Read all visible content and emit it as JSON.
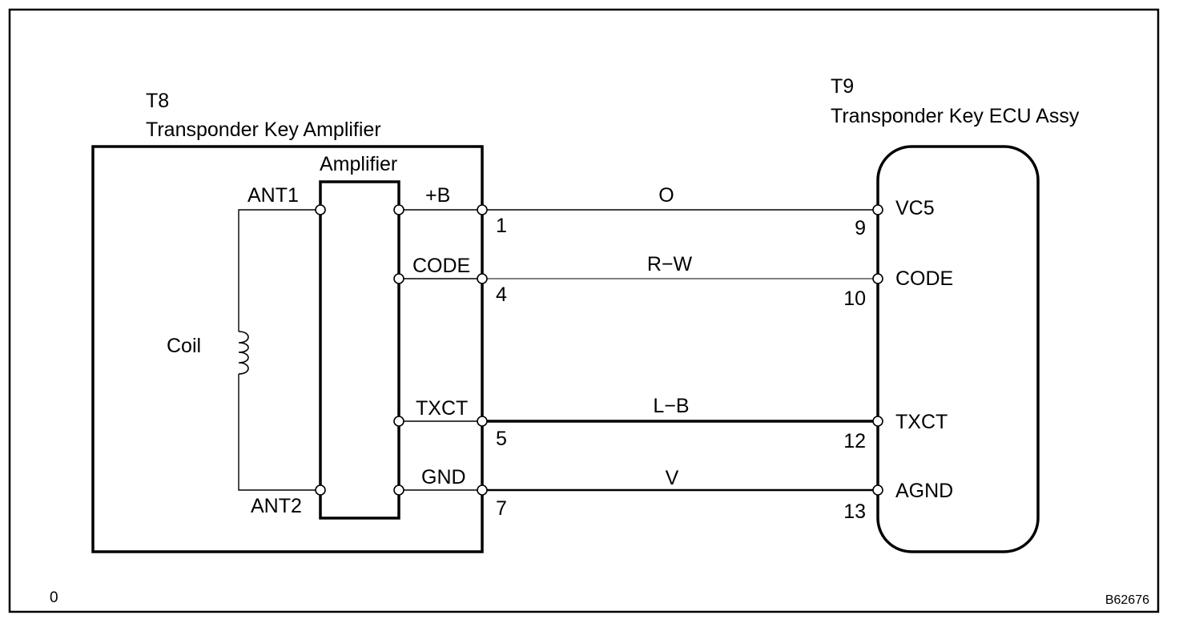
{
  "left_component": {
    "ref": "T8",
    "name": "Transponder Key Amplifier",
    "amplifier_label": "Amplifier",
    "coil_label": "Coil",
    "ant1": "ANT1",
    "ant2": "ANT2",
    "pins": [
      {
        "name": "+B",
        "number": "1"
      },
      {
        "name": "CODE",
        "number": "4"
      },
      {
        "name": "TXCT",
        "number": "5"
      },
      {
        "name": "GND",
        "number": "7"
      }
    ]
  },
  "right_component": {
    "ref": "T9",
    "name": "Transponder Key ECU Assy",
    "pins": [
      {
        "name": "VC5",
        "number": "9"
      },
      {
        "name": "CODE",
        "number": "10"
      },
      {
        "name": "TXCT",
        "number": "12"
      },
      {
        "name": "AGND",
        "number": "13"
      }
    ]
  },
  "wires": [
    {
      "color": "O"
    },
    {
      "color": "R−W"
    },
    {
      "color": "L−B"
    },
    {
      "color": "V"
    }
  ],
  "corner_left": "0",
  "figure_code": "B62676"
}
